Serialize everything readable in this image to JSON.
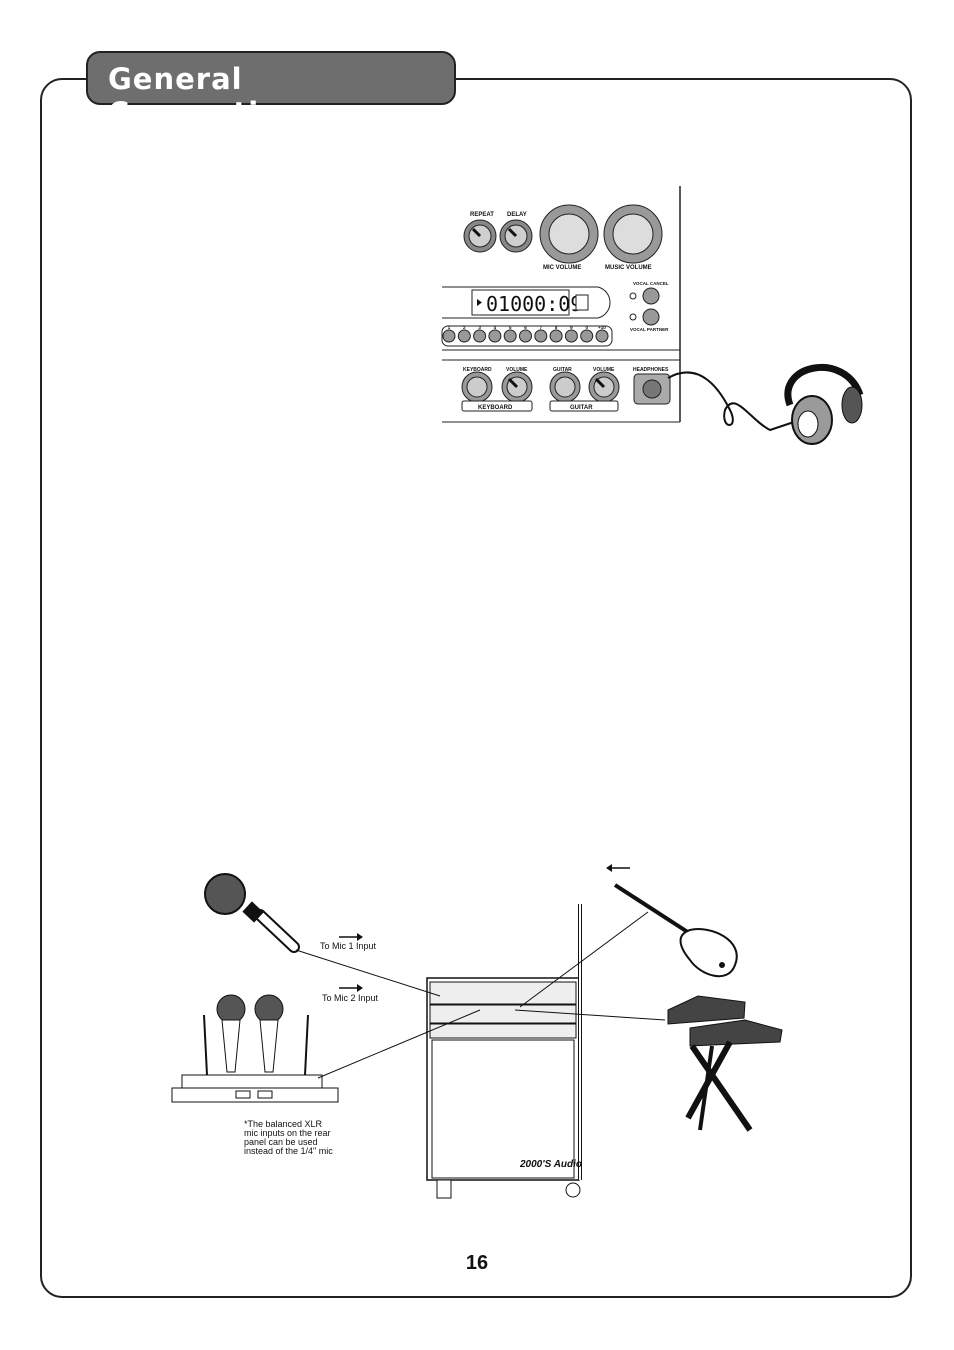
{
  "header": {
    "title": "General Connections"
  },
  "panel": {
    "knobs": {
      "repeat": "REPEAT",
      "delay": "DELAY",
      "mic_volume": "MIC VOLUME",
      "music_volume": "MUSIC VOLUME"
    },
    "buttons": {
      "vocal_cancel": "VOCAL CANCEL",
      "vocal_partner": "VOCAL PARTNER"
    },
    "display": {
      "time": "01000:09"
    },
    "number_keys": [
      "1",
      "2",
      "3",
      "4",
      "5",
      "6",
      "7",
      "8",
      "9",
      "0",
      "+10"
    ],
    "inputs": {
      "keyboard": "KEYBOARD",
      "volume": "VOLUME",
      "guitar": "GUITAR",
      "headphones": "HEADPHONES",
      "keyboard_label": "KEYBOARD",
      "guitar_label": "GUITAR"
    }
  },
  "diagram": {
    "mic1_label": "To Mic 1 Input",
    "mic2_label": "To Mic 2 Input",
    "note": [
      "*The balanced XLR",
      "mic inputs on the rear",
      "panel can be used",
      "instead of the 1/4\" mic"
    ],
    "brand": "2000'S Audio"
  },
  "footer": {
    "page_number": "16"
  }
}
